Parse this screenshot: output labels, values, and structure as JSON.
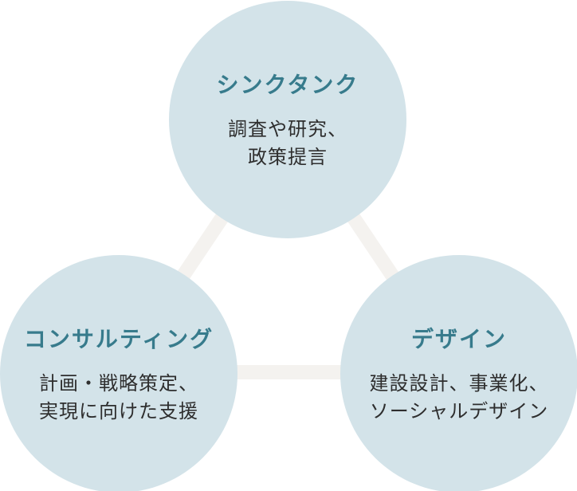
{
  "diagram": {
    "circles": [
      {
        "id": "think-tank",
        "title": "シンクタンク",
        "desc_line1": "調査や研究、",
        "desc_line2": "政策提言"
      },
      {
        "id": "consulting",
        "title": "コンサルティング",
        "desc_line1": "計画・戦略策定、",
        "desc_line2": "実現に向けた支援"
      },
      {
        "id": "design",
        "title": "デザイン",
        "desc_line1": "建設設計、事業化、",
        "desc_line2": "ソーシャルデザイン"
      }
    ],
    "colors": {
      "circle_fill": "#d3e3e9",
      "title_text": "#377b8c",
      "body_text": "#2e2e2e",
      "connector": "#f4f2ef",
      "background": "#ffffff"
    }
  }
}
